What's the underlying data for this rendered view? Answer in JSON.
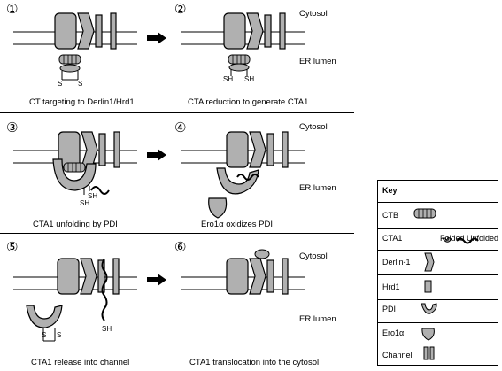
{
  "panels": [
    {
      "number": "①",
      "caption": "CT targeting to Derlin1/Hrd1"
    },
    {
      "number": "②",
      "caption": "CTA reduction to generate CTA1"
    },
    {
      "number": "③",
      "caption": "CTA1 unfolding by PDI"
    },
    {
      "number": "④",
      "caption": "Ero1α oxidizes PDI"
    },
    {
      "number": "⑤",
      "caption": "CTA1 release into channel"
    },
    {
      "number": "⑥",
      "caption": "CTA1 translocation into the cytosol"
    }
  ],
  "compartments": {
    "cytosol": "Cytosol",
    "er_lumen": "ER lumen"
  },
  "disulfide": {
    "s": "S",
    "sh": "SH"
  },
  "key": {
    "title": "Key",
    "rows": [
      {
        "label": "CTB",
        "icon": "ctb-pentamer-icon"
      },
      {
        "label": "CTA1",
        "icon": "cta1-icon",
        "folded": "Folded",
        "unfolded": "Unfolded"
      },
      {
        "label": "Derlin-1",
        "icon": "derlin1-icon"
      },
      {
        "label": "Hrd1",
        "icon": "hrd1-icon"
      },
      {
        "label": "PDI",
        "icon": "pdi-icon"
      },
      {
        "label": "Ero1α",
        "icon": "ero1a-icon"
      },
      {
        "label": "Channel",
        "icon": "channel-icon"
      }
    ]
  },
  "colors": {
    "fill": "#b0b0b0",
    "stroke": "#000000",
    "background": "#ffffff"
  }
}
